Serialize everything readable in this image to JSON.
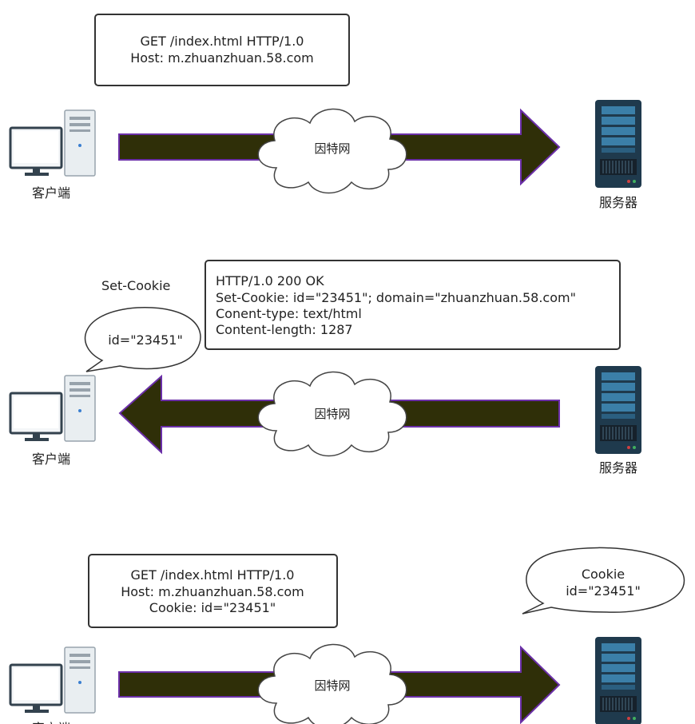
{
  "labels": {
    "client": "客户端",
    "server": "服务器",
    "internet": "因特网",
    "set_cookie": "Set-Cookie"
  },
  "step1": {
    "request_lines": [
      "GET /index.html HTTP/1.0",
      "Host: m.zhuanzhuan.58.com"
    ]
  },
  "step2": {
    "response_lines": [
      "HTTP/1.0 200 OK",
      "Set-Cookie: id=\"23451\"; domain=\"zhuanzhuan.58.com\"",
      "Conent-type: text/html",
      "Content-length: 1287"
    ],
    "client_bubble": "id=\"23451\""
  },
  "step3": {
    "request_lines": [
      "GET /index.html HTTP/1.0",
      "Host: m.zhuanzhuan.58.com",
      "Cookie: id=\"23451\""
    ],
    "server_bubble_lines": [
      "Cookie",
      "id=\"23451\""
    ]
  },
  "colors": {
    "arrow_fill": "#2f2f08",
    "arrow_outline": "#6b2fa8",
    "server_body": "#1f3a4d",
    "server_panel": "#3b7fa8",
    "pc_body": "#e9eef1"
  }
}
